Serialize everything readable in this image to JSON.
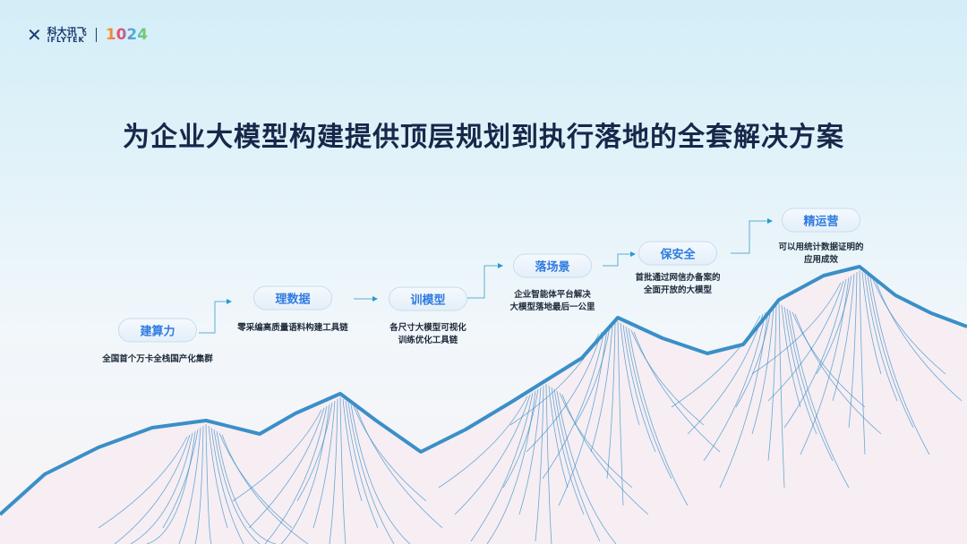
{
  "logo": {
    "mark": "✕",
    "cn": "科大讯飞",
    "en": "iFLYTEK",
    "event": "1024"
  },
  "title": "为企业大模型构建提供顶层规划到执行落地的全套解决方案",
  "steps": [
    {
      "label": "建算力",
      "desc1": "全国首个万卡全栈国产化集群",
      "desc2": ""
    },
    {
      "label": "理数据",
      "desc1": "零采编高质量语料构建工具链",
      "desc2": ""
    },
    {
      "label": "训模型",
      "desc1": "各尺寸大模型可视化",
      "desc2": "训练优化工具链"
    },
    {
      "label": "落场景",
      "desc1": "企业智能体平台解决",
      "desc2": "大模型落地最后一公里"
    },
    {
      "label": "保安全",
      "desc1": "首批通过网信办备案的",
      "desc2": "全面开放的大模型"
    },
    {
      "label": "精运营",
      "desc1": "可以用统计数据证明的",
      "desc2": "应用成效"
    }
  ],
  "colors": {
    "accent": "#2f7be0",
    "mountain": "#3a8fc8",
    "title": "#16284a"
  }
}
